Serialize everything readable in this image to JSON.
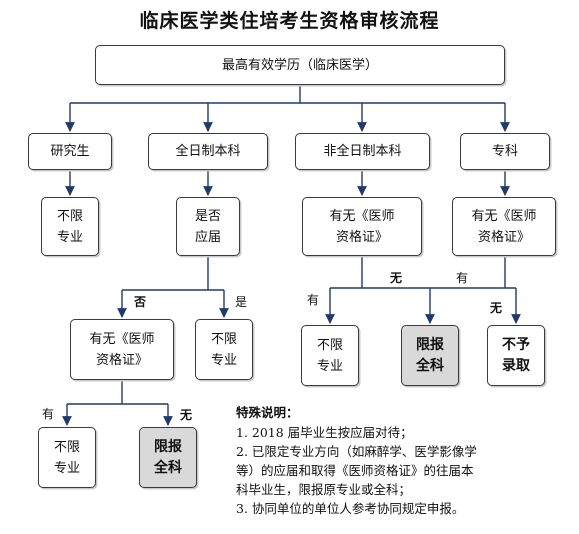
{
  "title": "临床医学类住培考生资格审核流程",
  "nodes": {
    "root": "最高有效学历（临床医学）",
    "yjs": "研究生",
    "qrz": "全日制本科",
    "fqrz": "非全日制本科",
    "zk": "专科",
    "yjs_result": "不限\n专业",
    "qrz_q": "是否\n应届",
    "fqrz_q": "有无《医师\n资格证》",
    "zk_q": "有无《医师\n资格证》",
    "qrz_no_q": "有无《医师\n资格证》",
    "qrz_yes_result": "不限\n专业",
    "fqrz_you_result": "不限\n专业",
    "fqrz_wu_result": "限报\n全科",
    "zk_wu_result": "不予\n录取",
    "qrz_no_you_result": "不限\n专业",
    "qrz_no_wu_result": "限报\n全科"
  },
  "labels": {
    "fou": "否",
    "shi": "是",
    "fqrz_wu": "无",
    "fqrz_you": "有",
    "zk_you": "有",
    "zk_wu": "无",
    "qrz_no_you": "有",
    "qrz_no_wu": "无"
  },
  "notes": {
    "heading": "特殊说明：",
    "items": [
      "1. 2018 届毕业生按应届对待；",
      "2. 已限定专业方向（如麻醉学、医学影像学\n等）的应届和取得《医师资格证》的往届本\n科毕业生，限报原专业或全科；",
      "3. 协同单位的单位人参考协同规定申报。"
    ]
  }
}
